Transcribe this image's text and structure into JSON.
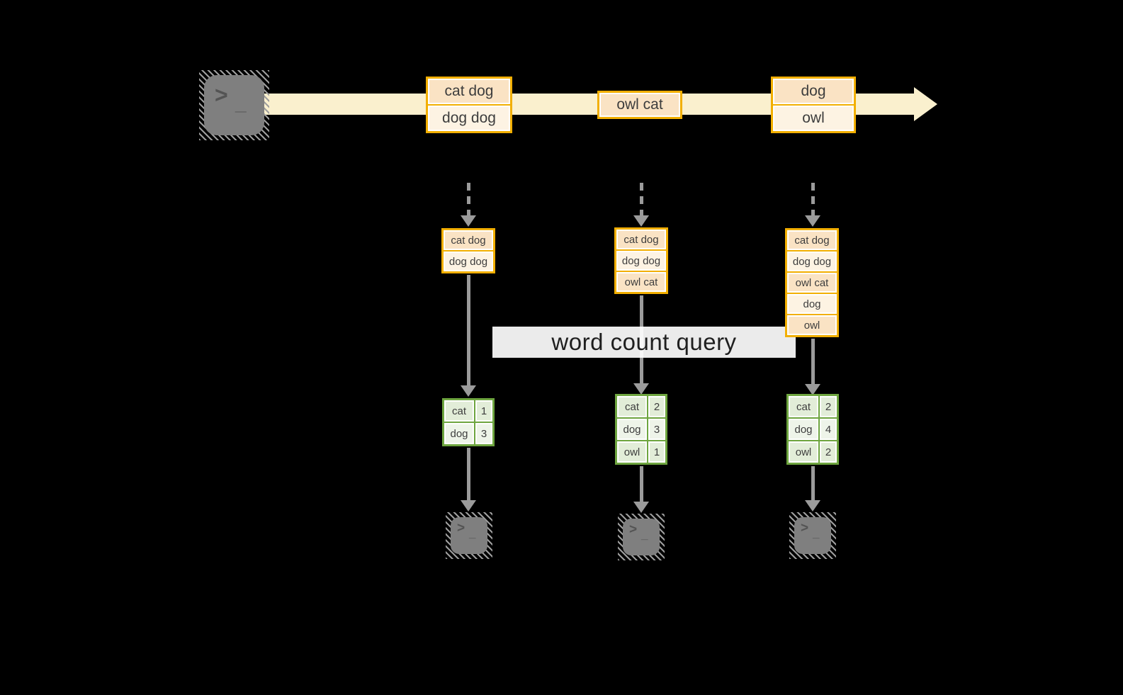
{
  "query_label": "word count query",
  "icons": {
    "terminal_prompt": ">",
    "terminal_cursor": "_"
  },
  "stream": {
    "events": [
      {
        "cells": [
          "cat dog",
          "dog dog"
        ]
      },
      {
        "cells": [
          "owl cat"
        ]
      },
      {
        "cells": [
          "dog",
          "owl"
        ]
      }
    ]
  },
  "columns": [
    {
      "stack": [
        "cat dog",
        "dog dog"
      ],
      "counts": [
        {
          "word": "cat",
          "count": "1"
        },
        {
          "word": "dog",
          "count": "3"
        }
      ]
    },
    {
      "stack": [
        "cat dog",
        "dog dog",
        "owl cat"
      ],
      "counts": [
        {
          "word": "cat",
          "count": "2"
        },
        {
          "word": "dog",
          "count": "3"
        },
        {
          "word": "owl",
          "count": "1"
        }
      ]
    },
    {
      "stack": [
        "cat dog",
        "dog dog",
        "owl cat",
        "dog",
        "owl"
      ],
      "counts": [
        {
          "word": "cat",
          "count": "2"
        },
        {
          "word": "dog",
          "count": "4"
        },
        {
          "word": "owl",
          "count": "2"
        }
      ]
    }
  ],
  "colors": {
    "accent_orange": "#F2AF00",
    "fill_peach": "#FAE3C4",
    "fill_cream": "#FDF3E3",
    "stream_band": "#FAF0CE",
    "green_border": "#6EA53F",
    "green_fill_a": "#E2EDD8",
    "green_fill_b": "#EEF4E9",
    "arrow_gray": "#9B9B9B",
    "terminal_gray": "#7F7F7F",
    "background": "#000000"
  }
}
